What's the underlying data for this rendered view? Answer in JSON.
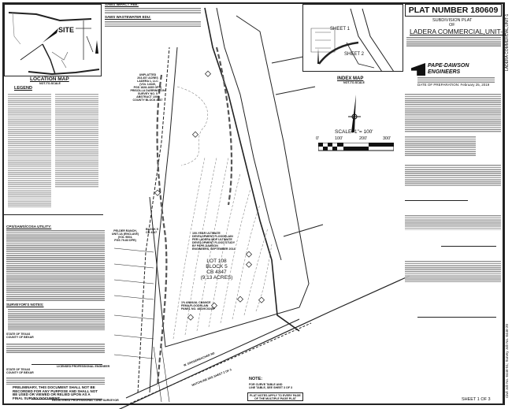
{
  "title_block": {
    "plat_number": "PLAT NUMBER 180609",
    "subtitle": "SUBDIVISION PLAT",
    "of": "OF",
    "name": "LADERA COMMERCIAL,UNIT-1",
    "firm_name_1": "PAPE-DAWSON",
    "firm_name_2": "ENGINEERS",
    "date_of_preparation": "DATE OF PREPARATION: February 25, 2019"
  },
  "side_strip": {
    "title": "LADERA COMMERCIAL,UNIT-1",
    "job_numbers": "Civil Job No. 6446-51; Survey Job No. 6446-20"
  },
  "location_map": {
    "site": "SITE",
    "title": "LOCATION MAP",
    "scale": "NOT-TO-SCALE"
  },
  "legend": {
    "title": "LEGEND"
  },
  "index_map": {
    "title": "INDEX MAP",
    "scale": "NOT-TO-SCALE",
    "sheet1": "SHEET 1",
    "sheet2": "SHEET 2"
  },
  "scale_bar": {
    "label": "SCALE: 1\"= 100'",
    "ticks": [
      "0'",
      "100'",
      "200'",
      "300'"
    ]
  },
  "notes": {
    "saws_impact_fee": "SAWS IMPACT FEE:",
    "saws_wastewater_edu": "SAWS WASTEWATER EDU:",
    "utility": "CPS/SAWS/COSA UTILITY:",
    "surveyor_notes": "SURVEYOR'S NOTES:",
    "state_1": "STATE OF TEXAS",
    "county_1": "COUNTY OF BEXAR",
    "engineer_sig": "LICENSED PROFESSIONAL ENGINEER",
    "state_2": "STATE OF TEXAS",
    "county_2": "COUNTY OF BEXAR",
    "preliminary": "PRELIMINARY, THIS DOCUMENT SHALL NOT BE RECORDED FOR ANY PURPOSE AND SHALL NOT BE USED OR VIEWED OR RELIED UPON AS A FINAL SURVEY DOCUMENT.",
    "surveyor_sig": "REGISTERED PROFESSIONAL LAND SURVEYOR"
  },
  "drawing": {
    "unplatted": [
      "UNPLATTED",
      "203.457 ACRES",
      "LADERA 1, LLC",
      "(VOL 14345,",
      "PGS 1828-1835 OPR)",
      "PRISCILLA DARRINGTON",
      "SURVEY NO. 5",
      "ABSTRACT 1009",
      "COUNTY BLOCK 4347"
    ],
    "pelder": [
      "PELDER RANCH,",
      "UNIT-1A (ENCLAVE)",
      "(VOL 9604,",
      "PGS 79-83 DPR)"
    ],
    "lot": [
      "LOT 108",
      "BLOCK 5",
      "CB 4347",
      "(9.13 ACRES)"
    ],
    "block_label": [
      "BLOCK 5",
      "CB 4347"
    ],
    "floodplain_ultimate": [
      "100-YEAR ULTIMATE",
      "DEVELOPMENT FLOODPLAIN",
      "PER LADERA MDP ULTIMATE",
      "DEVELOPMENT FLOOD STUDY",
      "BY PAPE-DAWSON",
      "ENGINEERS, SEPTEMBER 2014"
    ],
    "floodplain_fema": [
      "1% ANNUAL CHANCE",
      "FEMA FLOODPLAIN",
      "PANEL NO. 48029C0245F"
    ],
    "road": "W. GROSENBACHER RD",
    "matchline": "MATCHLINE SEE SHEET 2 OF 3",
    "note_title": "NOTE:",
    "note_text": [
      "FOR CURVE TABLE AND",
      "LINE TABLE, SEE SHEET 3 OF 3"
    ],
    "plat_notes": [
      "PLAT NOTES APPLY TO EVERY PAGE",
      "OF THE MULTIPLE PAGE PLAT"
    ]
  },
  "footer": {
    "sheet": "SHEET 1 OF 3"
  }
}
